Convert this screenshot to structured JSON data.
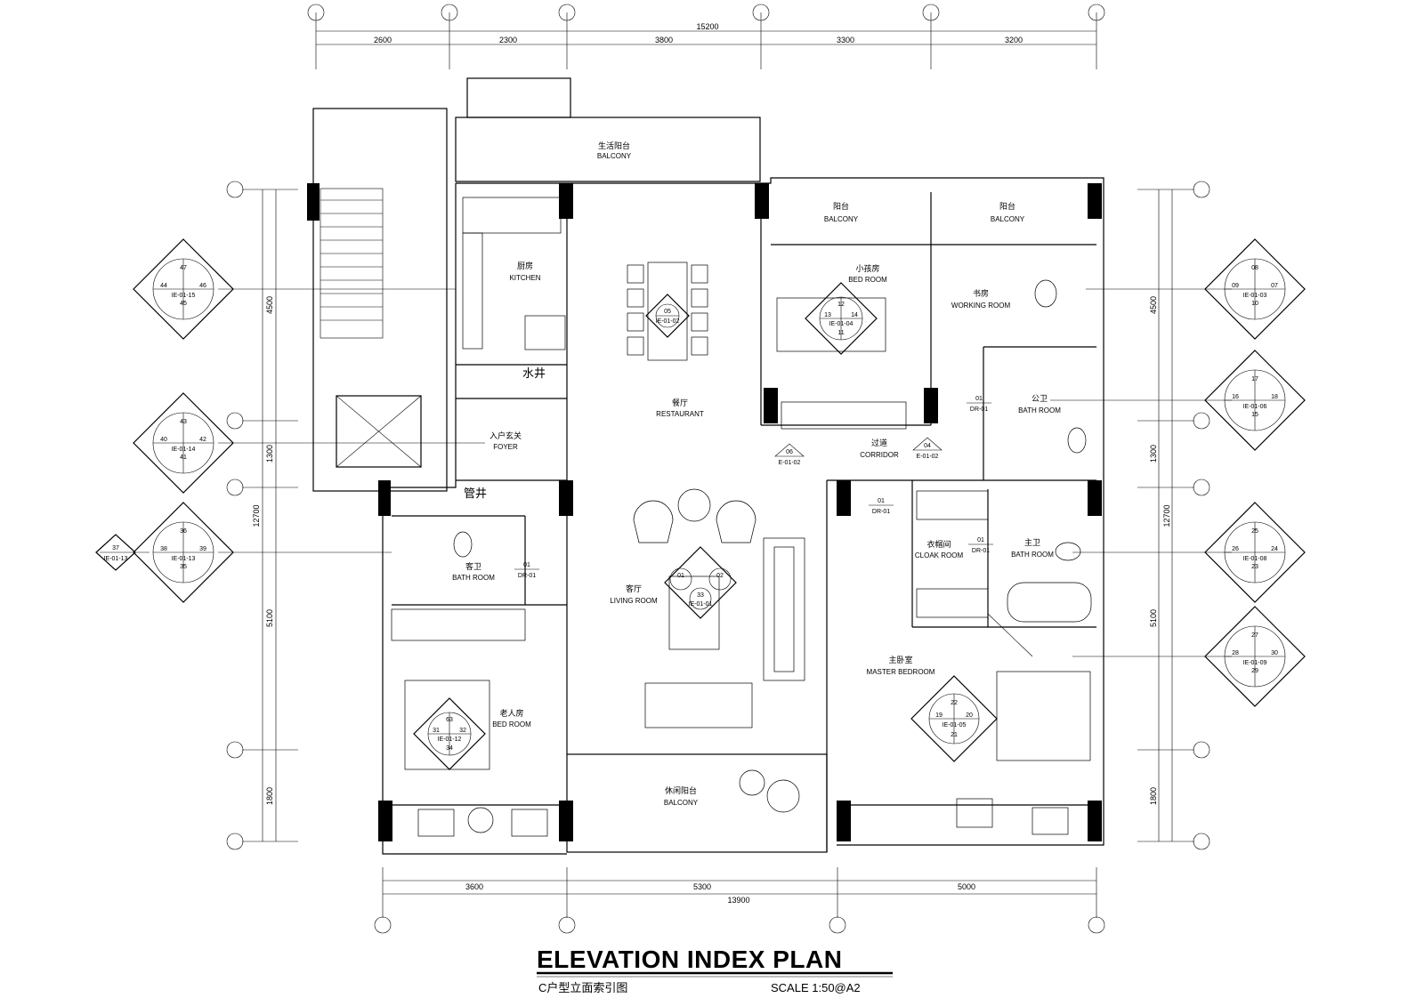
{
  "drawing": {
    "title": "ELEVATION INDEX PLAN",
    "subtitle": "C户型立面索引图",
    "scale": "SCALE 1:50@A2"
  },
  "dimensions": {
    "top_total": "15200",
    "top_segments": [
      "2600",
      "2300",
      "3800",
      "3300",
      "3200"
    ],
    "bottom_total": "13900",
    "bottom_segments": [
      "3600",
      "5300",
      "5000"
    ],
    "left_total": "12700",
    "left_segments": [
      "4500",
      "1300",
      "5100",
      "1800"
    ],
    "right_total": "12700",
    "right_segments": [
      "4500",
      "1300",
      "5100",
      "1800"
    ]
  },
  "rooms": [
    {
      "id": "balcony-top",
      "cn": "生活阳台",
      "en": "BALCONY"
    },
    {
      "id": "balcony-nw",
      "cn": "阳台",
      "en": "BALCONY"
    },
    {
      "id": "balcony-ne",
      "cn": "阳台",
      "en": "BALCONY"
    },
    {
      "id": "kitchen",
      "cn": "厨房",
      "en": "KITCHEN"
    },
    {
      "id": "shaft",
      "cn": "水井",
      "en": ""
    },
    {
      "id": "foyer",
      "cn": "入户玄关",
      "en": "FOYER"
    },
    {
      "id": "restaurant",
      "cn": "餐厅",
      "en": "RESTAURANT"
    },
    {
      "id": "kids-bedroom",
      "cn": "小孩房",
      "en": "BED ROOM"
    },
    {
      "id": "working-room",
      "cn": "书房",
      "en": "WORKING ROOM"
    },
    {
      "id": "public-bath",
      "cn": "公卫",
      "en": "BATH ROOM"
    },
    {
      "id": "corridor",
      "cn": "过道",
      "en": "CORRIDOR"
    },
    {
      "id": "living-room",
      "cn": "客厅",
      "en": "LIVING ROOM"
    },
    {
      "id": "guest-bath",
      "cn": "客卫",
      "en": "BATH ROOM"
    },
    {
      "id": "cloak-room",
      "cn": "衣帽间",
      "en": "CLOAK ROOM"
    },
    {
      "id": "master-bath",
      "cn": "主卫",
      "en": "BATH ROOM"
    },
    {
      "id": "elder-bedroom",
      "cn": "老人房",
      "en": "BED ROOM"
    },
    {
      "id": "master-bedroom",
      "cn": "主卧室",
      "en": "MASTER BEDROOM"
    },
    {
      "id": "leisure-balcony",
      "cn": "休闲阳台",
      "en": "BALCONY"
    },
    {
      "id": "pipe",
      "cn": "管井",
      "en": ""
    }
  ],
  "door_tags": [
    {
      "num": "01",
      "ref": "DR-01"
    },
    {
      "num": "01",
      "ref": "DR-01"
    },
    {
      "num": "01",
      "ref": "DR-01"
    },
    {
      "num": "01",
      "ref": "DR-01"
    }
  ],
  "small_tags": [
    {
      "num": "06",
      "ref": "E-01-02"
    },
    {
      "num": "04",
      "ref": "E-01-02"
    }
  ],
  "left_index": [
    {
      "n": [
        "47",
        "44",
        "46",
        "45"
      ],
      "ref": "IE-01-15"
    },
    {
      "n": [
        "43",
        "40",
        "42",
        "41"
      ],
      "ref": "IE-01-14"
    },
    {
      "n": [
        "36",
        "38",
        "39",
        "35"
      ],
      "ref": "IE-01-13"
    }
  ],
  "left_arrow": {
    "num": "37",
    "ref": "IE-01-13"
  },
  "right_index": [
    {
      "n": [
        "08",
        "09",
        "07",
        "10"
      ],
      "ref": "IE-01-03"
    },
    {
      "n": [
        "17",
        "16",
        "18",
        "15"
      ],
      "ref": "IE-01-06"
    },
    {
      "n": [
        "25",
        "26",
        "24",
        "23"
      ],
      "ref": "IE-01-08"
    },
    {
      "n": [
        "27",
        "28",
        "30",
        "29"
      ],
      "ref": "IE-01-09"
    }
  ],
  "interior_index": [
    {
      "n": [
        "05",
        "",
        "",
        ""
      ],
      "ref": "IE-01-02"
    },
    {
      "n": [
        "12",
        "13",
        "14",
        "11"
      ],
      "ref": "IE-01-04"
    },
    {
      "n": [
        "01",
        "33",
        "02",
        ""
      ],
      "ref": "IE-01-01"
    },
    {
      "n": [
        "63",
        "31",
        "32",
        "34"
      ],
      "ref": "IE-01-12"
    },
    {
      "n": [
        "22",
        "19",
        "20",
        "21"
      ],
      "ref": "IE-01-05"
    }
  ]
}
